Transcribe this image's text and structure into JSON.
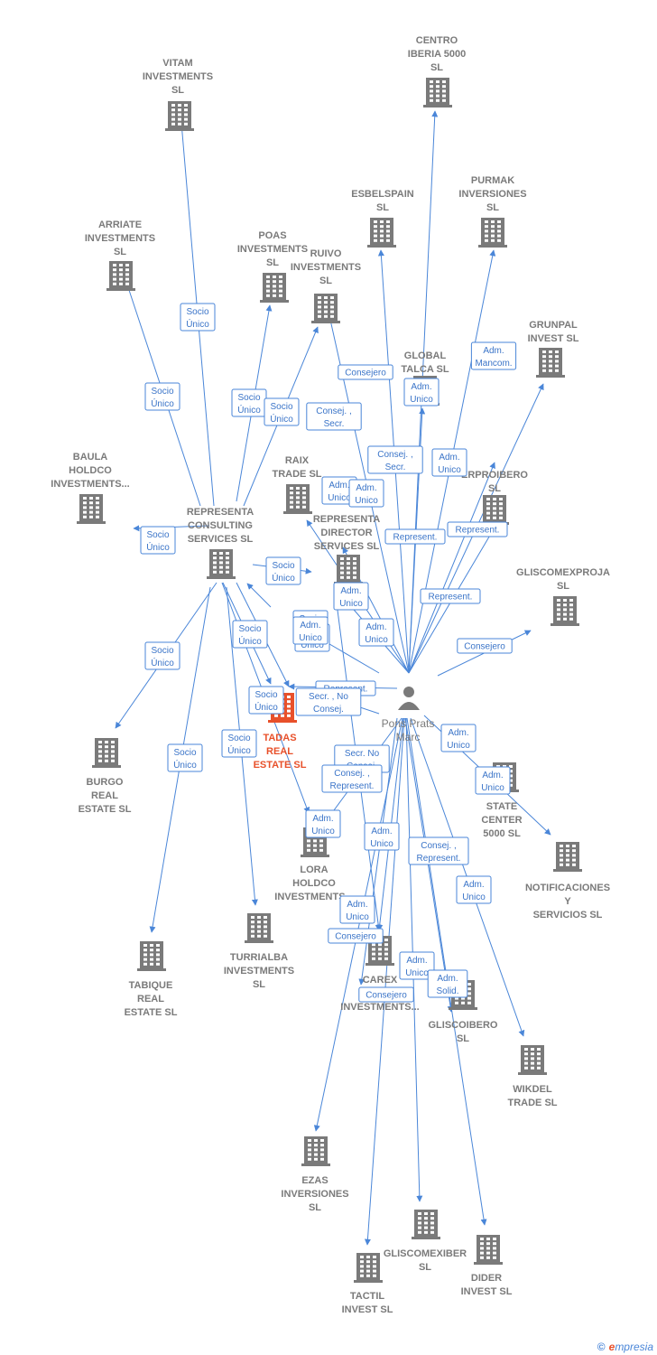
{
  "person": {
    "id": "pons",
    "lines": [
      "Pons Prats",
      "Marc"
    ]
  },
  "companies": [
    {
      "id": "centro",
      "lines": [
        "CENTRO",
        "IBERIA 5000",
        "SL"
      ]
    },
    {
      "id": "vitam",
      "lines": [
        "VITAM",
        "INVESTMENTS",
        "SL"
      ]
    },
    {
      "id": "purmak",
      "lines": [
        "PURMAK",
        "INVERSIONES",
        "SL"
      ]
    },
    {
      "id": "esbelspain",
      "lines": [
        "ESBELSPAIN",
        "SL"
      ]
    },
    {
      "id": "arriate",
      "lines": [
        "ARRIATE",
        "INVESTMENTS",
        "SL"
      ]
    },
    {
      "id": "poas",
      "lines": [
        "POAS",
        "INVESTMENTS",
        "SL"
      ]
    },
    {
      "id": "ruivo",
      "lines": [
        "RUIVO",
        "INVESTMENTS",
        "SL"
      ]
    },
    {
      "id": "grunpal",
      "lines": [
        "GRUNPAL",
        "INVEST  SL"
      ]
    },
    {
      "id": "global",
      "lines": [
        "GLOBAL",
        "TALCA  SL"
      ]
    },
    {
      "id": "baula",
      "lines": [
        "BAULA",
        "HOLDCO",
        "INVESTMENTS..."
      ]
    },
    {
      "id": "raix",
      "lines": [
        "RAIX",
        "TRADE  SL"
      ]
    },
    {
      "id": "erproibero",
      "lines": [
        "ERPROIBERO",
        "SL"
      ]
    },
    {
      "id": "representa",
      "lines": [
        "REPRESENTA",
        "CONSULTING",
        "SERVICES  SL"
      ]
    },
    {
      "id": "repdirector",
      "lines": [
        "REPRESENTA",
        "DIRECTOR",
        "SERVICES  SL"
      ]
    },
    {
      "id": "gliscomexproja",
      "lines": [
        "GLISCOMEXPROJA",
        "SL"
      ]
    },
    {
      "id": "tadas",
      "lines": [
        "TADAS",
        "REAL",
        "ESTATE  SL"
      ]
    },
    {
      "id": "burgo",
      "lines": [
        "BURGO",
        "REAL",
        "ESTATE  SL"
      ]
    },
    {
      "id": "statecenter",
      "lines": [
        "STATE",
        "CENTER",
        "5000  SL"
      ]
    },
    {
      "id": "notificaciones",
      "lines": [
        "NOTIFICACIONES",
        "Y",
        "SERVICIOS  SL"
      ]
    },
    {
      "id": "lora",
      "lines": [
        "LORA",
        "HOLDCO",
        "INVESTMENTS..."
      ]
    },
    {
      "id": "turrialba",
      "lines": [
        "TURRIALBA",
        "INVESTMENTS",
        "SL"
      ]
    },
    {
      "id": "tabique",
      "lines": [
        "TABIQUE",
        "REAL",
        "ESTATE  SL"
      ]
    },
    {
      "id": "carex",
      "lines": [
        "CAREX",
        "PR...",
        "INVESTMENTS..."
      ]
    },
    {
      "id": "gliscoibero",
      "lines": [
        "GLISCOIBERO",
        "SL"
      ]
    },
    {
      "id": "wikdel",
      "lines": [
        "WIKDEL",
        "TRADE  SL"
      ]
    },
    {
      "id": "ezas",
      "lines": [
        "EZAS",
        "INVERSIONES",
        "SL"
      ]
    },
    {
      "id": "gliscomexiber",
      "lines": [
        "GLISCOMEXIBER",
        "SL"
      ]
    },
    {
      "id": "dider",
      "lines": [
        "DIDER",
        "INVEST  SL"
      ]
    },
    {
      "id": "tactil",
      "lines": [
        "TACTIL",
        "INVEST  SL"
      ]
    }
  ],
  "relations": [
    {
      "lines": [
        "Socio",
        "Único"
      ]
    },
    {
      "lines": [
        "Socio",
        "Único"
      ]
    },
    {
      "lines": [
        "Socio",
        "Único"
      ]
    },
    {
      "lines": [
        "Socio",
        "Único"
      ]
    },
    {
      "lines": [
        "Socio",
        "Único"
      ]
    },
    {
      "lines": [
        "Socio",
        "Único"
      ]
    },
    {
      "lines": [
        "Socio",
        "Único"
      ]
    },
    {
      "lines": [
        "Socio",
        "Único"
      ]
    },
    {
      "lines": [
        "Socio",
        "Único"
      ]
    },
    {
      "lines": [
        "Socio",
        "Único"
      ]
    },
    {
      "lines": [
        "Socio",
        "Único"
      ]
    },
    {
      "lines": [
        "Socio",
        "Único"
      ]
    },
    {
      "lines": [
        "Socio",
        "Único"
      ]
    },
    {
      "lines": [
        "Consejero"
      ]
    },
    {
      "lines": [
        "Consej. ,",
        "Secr."
      ]
    },
    {
      "lines": [
        "Adm.",
        "Unico"
      ]
    },
    {
      "lines": [
        "Adm.",
        "Unico"
      ]
    },
    {
      "lines": [
        "Consej. ,",
        "Secr."
      ]
    },
    {
      "lines": [
        "Adm.",
        "Unico"
      ]
    },
    {
      "lines": [
        "Adm.",
        "Unico"
      ]
    },
    {
      "lines": [
        "Represent."
      ]
    },
    {
      "lines": [
        "Represent."
      ]
    },
    {
      "lines": [
        "Adm.",
        "Mancom."
      ]
    },
    {
      "lines": [
        "Adm.",
        "Unico"
      ]
    },
    {
      "lines": [
        "Adm.",
        "Unico"
      ]
    },
    {
      "lines": [
        "Represent."
      ]
    },
    {
      "lines": [
        "Consejero"
      ]
    },
    {
      "lines": [
        "Adm.",
        "Unico"
      ]
    },
    {
      "lines": [
        "Adm.",
        "Unico"
      ]
    },
    {
      "lines": [
        "Represent."
      ]
    },
    {
      "lines": [
        "Secr. ,  No",
        "Consej."
      ]
    },
    {
      "lines": [
        "Adm.",
        "Unico"
      ]
    },
    {
      "lines": [
        "Secr.  No",
        "Consej."
      ]
    },
    {
      "lines": [
        "Consej. ,",
        "Represent."
      ]
    },
    {
      "lines": [
        "Adm.",
        "Unico"
      ]
    },
    {
      "lines": [
        "Adm.",
        "Unico"
      ]
    },
    {
      "lines": [
        "Consej. ,",
        "Represent."
      ]
    },
    {
      "lines": [
        "Consejero"
      ]
    },
    {
      "lines": [
        "Adm.",
        "Unico"
      ]
    },
    {
      "lines": [
        "Adm.",
        "Solid."
      ]
    },
    {
      "lines": [
        "Consejero"
      ]
    },
    {
      "lines": [
        "Adm.",
        "Unico"
      ]
    },
    {
      "lines": [
        "Adm.",
        "Unico"
      ]
    }
  ],
  "footer": {
    "copyright": "©",
    "brand_first": "e",
    "brand_rest": "mpresia"
  },
  "colors": {
    "edge": "#4a86d8",
    "building": "#7a7a7a",
    "highlight": "#e8502a"
  }
}
